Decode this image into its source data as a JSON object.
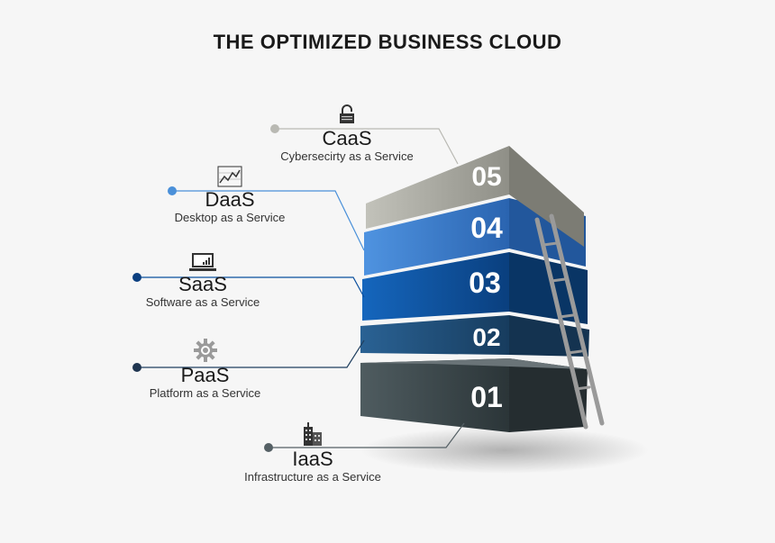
{
  "title": "THE OPTIMIZED BUSINESS CLOUD",
  "layers": [
    {
      "number": "01",
      "abbr": "IaaS",
      "desc": "Infrastructure as a Service",
      "icon": "building-icon",
      "color": "#3d4a4f"
    },
    {
      "number": "02",
      "abbr": "PaaS",
      "desc": "Platform as a Service",
      "icon": "gear-icon",
      "color": "#1f4f7a"
    },
    {
      "number": "03",
      "abbr": "SaaS",
      "desc": "Software as a Service",
      "icon": "laptop-chart-icon",
      "color": "#0b4f9e"
    },
    {
      "number": "04",
      "abbr": "DaaS",
      "desc": "Desktop as a Service",
      "icon": "line-chart-icon",
      "color": "#3b7fd0"
    },
    {
      "number": "05",
      "abbr": "CaaS",
      "desc": "Cybersecirty as a Service",
      "icon": "lock-icon",
      "color": "#a9a9a1"
    }
  ]
}
